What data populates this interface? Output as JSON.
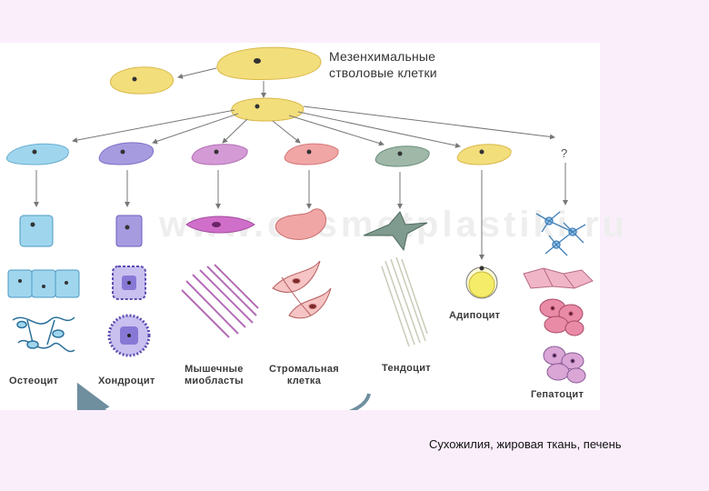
{
  "diagram": {
    "title_line1": "Мезенхимальные",
    "title_line2": "стволовые клетки",
    "question_mark": "?",
    "watermark": "www.cosmetplastiki.ru",
    "labels": {
      "osteocyte": "Остеоцит",
      "chondrocyte": "Хондроцит",
      "myoblast_line1": "Мышечные",
      "myoblast_line2": "миобласты",
      "stromal_line1": "Стромальная",
      "stromal_line2": "клетка",
      "tenocyte": "Тендоцит",
      "adipocyte": "Адипоцит",
      "hepatocyte": "Гепатоцит"
    },
    "colors": {
      "stem": "#f3de7c",
      "bone": "#9fd6ee",
      "cartilage": "#a79be0",
      "muscle": "#d49ad6",
      "stromal": "#f1a6a6",
      "tendon": "#9fb8a8",
      "fat": "#f5ec6a",
      "liver": "#e9a8c0",
      "arc": "#6f8f9f"
    }
  },
  "caption": "Сухожилия, жировая ткань, печень"
}
